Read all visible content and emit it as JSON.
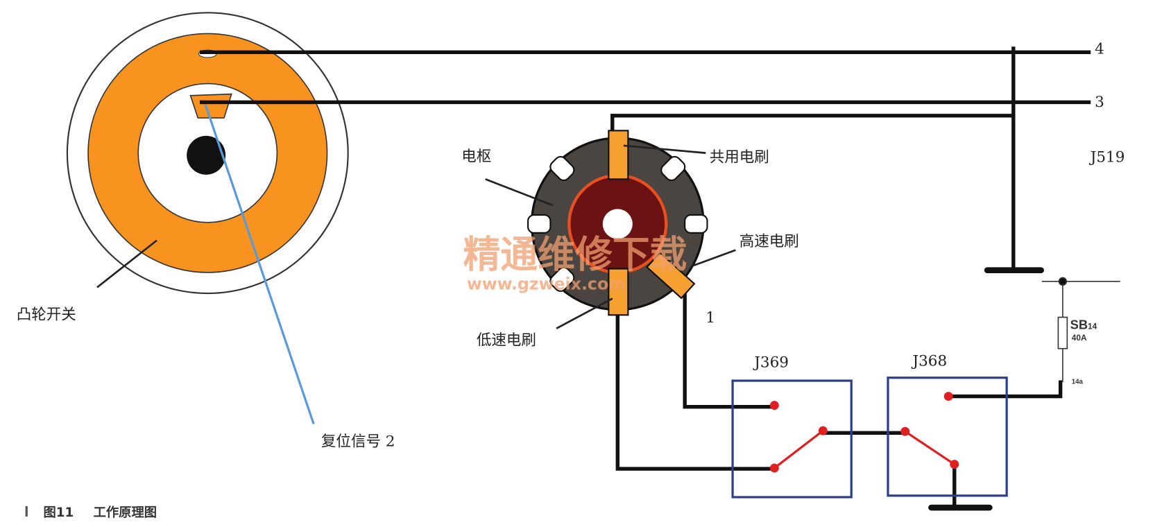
{
  "labels": {
    "terminal_4": "4",
    "terminal_3": "3",
    "armature": "电枢",
    "common_brush": "共用电刷",
    "j519": "J519",
    "high_speed_brush": "高速电刷",
    "low_speed_brush": "低速电刷",
    "terminal_1": "1",
    "j369": "J369",
    "j368": "J368",
    "cam_switch": "凸轮开关",
    "reset_signal": "复位信号 2",
    "fuse_name": "SB",
    "fuse_sub": "14",
    "fuse_rating": "40A",
    "fuse_terminal": "14a"
  },
  "caption": {
    "figure": "图11",
    "title": "工作原理图"
  },
  "watermark": {
    "cn": "精通维修下载",
    "url": "www.gzweix.com"
  },
  "colors": {
    "wire": "#111111",
    "cam_orange": "#f7931e",
    "brush_orange": "#f5a030",
    "armature_gray": "#4a4541",
    "commutator": "#6b1212",
    "relay_box": "#2b3f8f",
    "contact_red": "#e02020",
    "signal_blue": "#5a9ad8"
  }
}
